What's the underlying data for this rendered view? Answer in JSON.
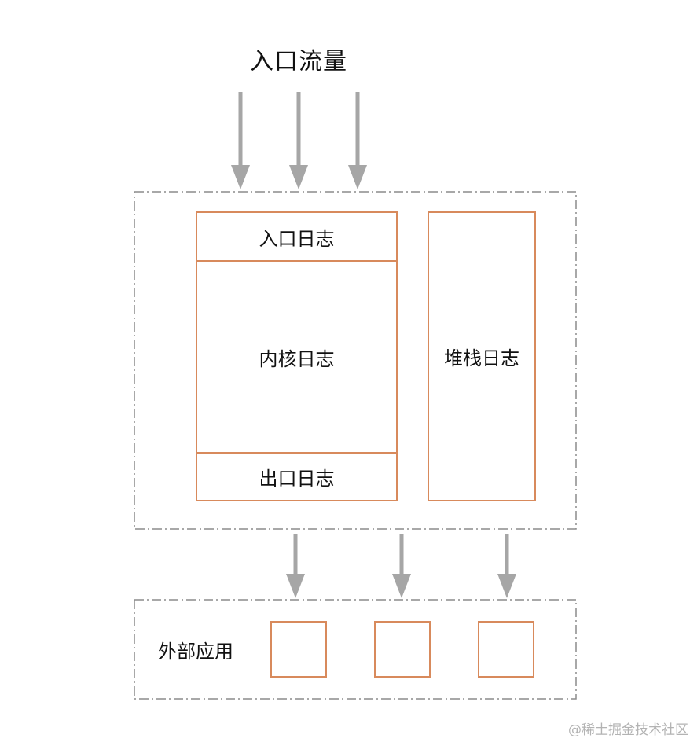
{
  "diagram": {
    "title": "入口流量",
    "log_column": {
      "entry_log": "入口日志",
      "kernel_log": "内核日志",
      "exit_log": "出口日志"
    },
    "stack_log": "堆栈日志",
    "external_apps_label": "外部应用",
    "external_app_count": 3,
    "incoming_arrow_count": 3,
    "outgoing_arrow_count": 3,
    "watermark": "@稀土掘金技术社区"
  },
  "colors": {
    "box_border": "#d88a5c",
    "dashed_border": "#8c8c8c",
    "arrow": "#a6a6a6",
    "text": "#111111",
    "watermark": "#b3b3b3",
    "background": "#ffffff"
  }
}
